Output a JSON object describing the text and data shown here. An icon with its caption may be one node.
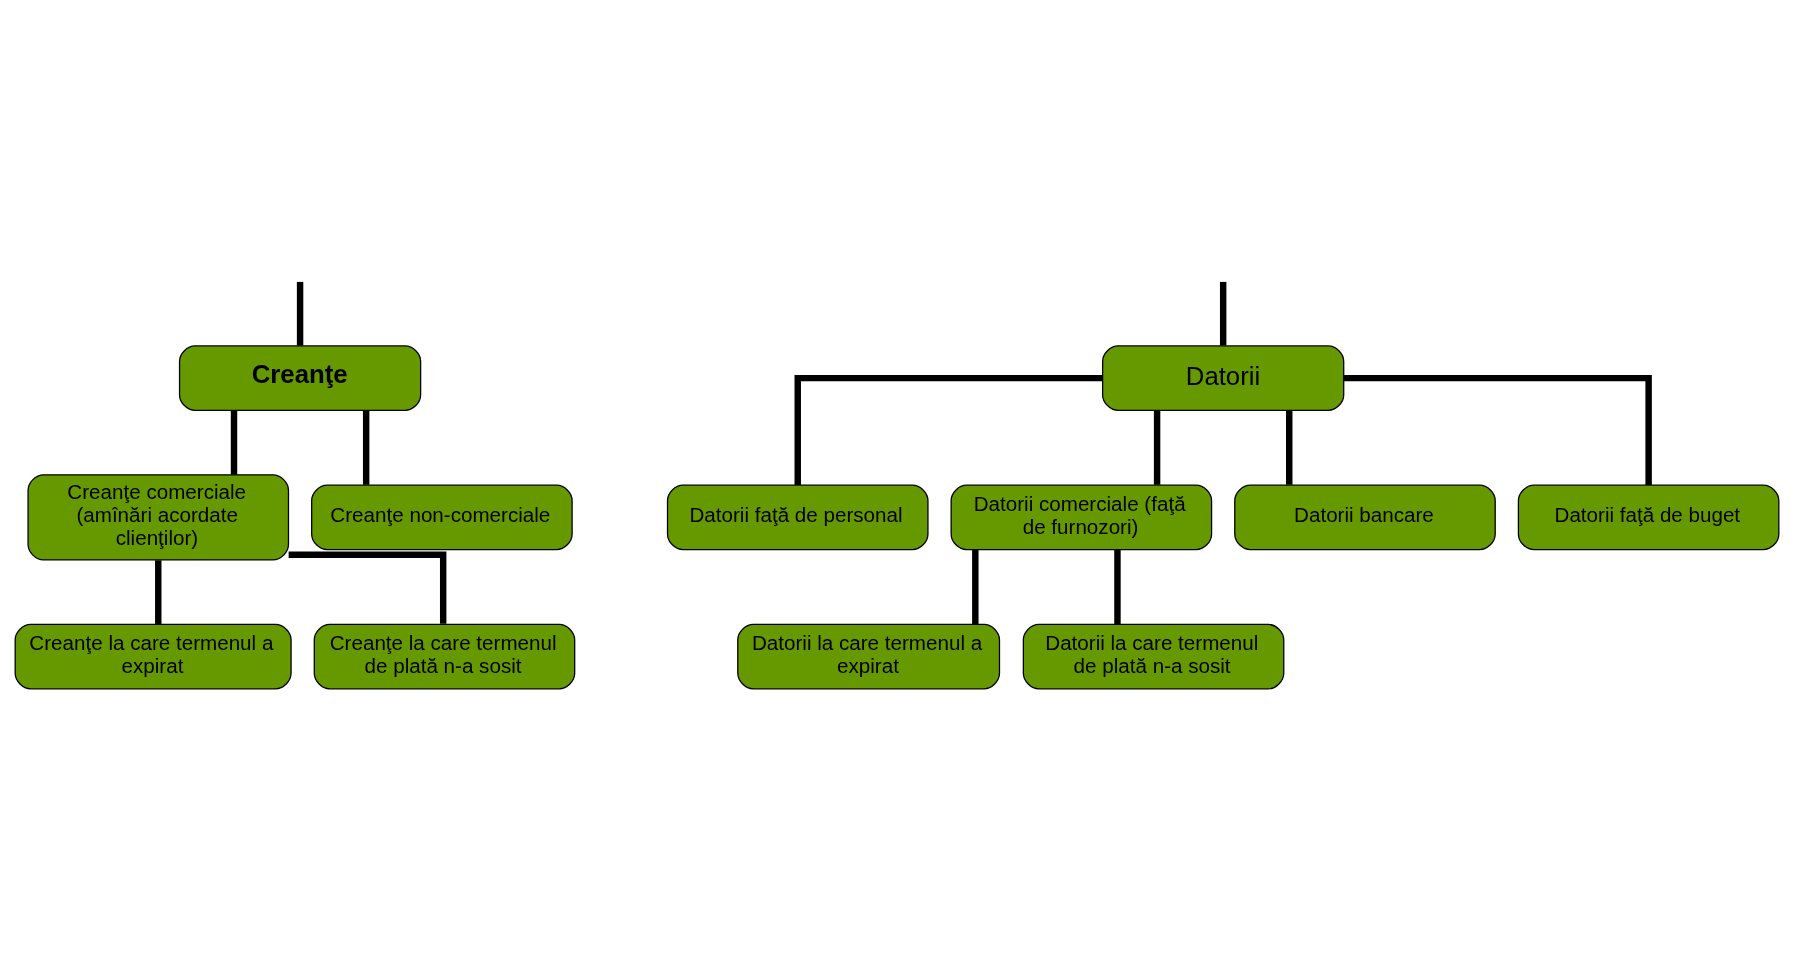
{
  "diagram": {
    "nodes": [
      {
        "text": [
          "Creanţe"
        ]
      },
      {
        "text": [
          "Datorii"
        ]
      },
      {
        "text": [
          "Creanţe comerciale (amînări acordate clienţilor)"
        ]
      },
      {
        "text": [
          "Creanţe la care termenul a expirat"
        ]
      },
      {
        "text": [
          "Creanţe la care termenul de plată n-a sosit"
        ]
      },
      {
        "text": [
          "Creanţe non-comerciale"
        ]
      },
      {
        "text": [
          "Datorii faţă de personal"
        ]
      },
      {
        "text": [
          "Datorii comerciale (faţă de furnozori)"
        ]
      },
      {
        "text": [
          "Datorii la care termenul a expirat"
        ]
      },
      {
        "text": [
          "Datorii la care termenul de plată n-a sosit"
        ]
      },
      {
        "text": [
          "Datorii bancare"
        ]
      },
      {
        "text": [
          "Datorii faţă de buget"
        ]
      }
    ],
    "edges": [
      {
        "from": null,
        "to": 0,
        "arrow": "none"
      },
      {
        "from": null,
        "to": 1,
        "arrow": "none"
      },
      {
        "from": 0,
        "to": 2,
        "arrow": "none"
      },
      {
        "from": 2,
        "to": 3,
        "arrow": "none"
      },
      {
        "from": 2,
        "to": 4,
        "arrow": "none"
      },
      {
        "from": 0,
        "to": 5,
        "arrow": "none"
      },
      {
        "from": 1,
        "to": 6,
        "arrow": "none"
      },
      {
        "from": 1,
        "to": 7,
        "arrow": "none"
      },
      {
        "from": 7,
        "to": 8,
        "arrow": "none"
      },
      {
        "from": 7,
        "to": 9,
        "arrow": "none"
      },
      {
        "from": 1,
        "to": 10,
        "arrow": "none"
      },
      {
        "from": 1,
        "to": 11,
        "arrow": "none"
      }
    ]
  }
}
